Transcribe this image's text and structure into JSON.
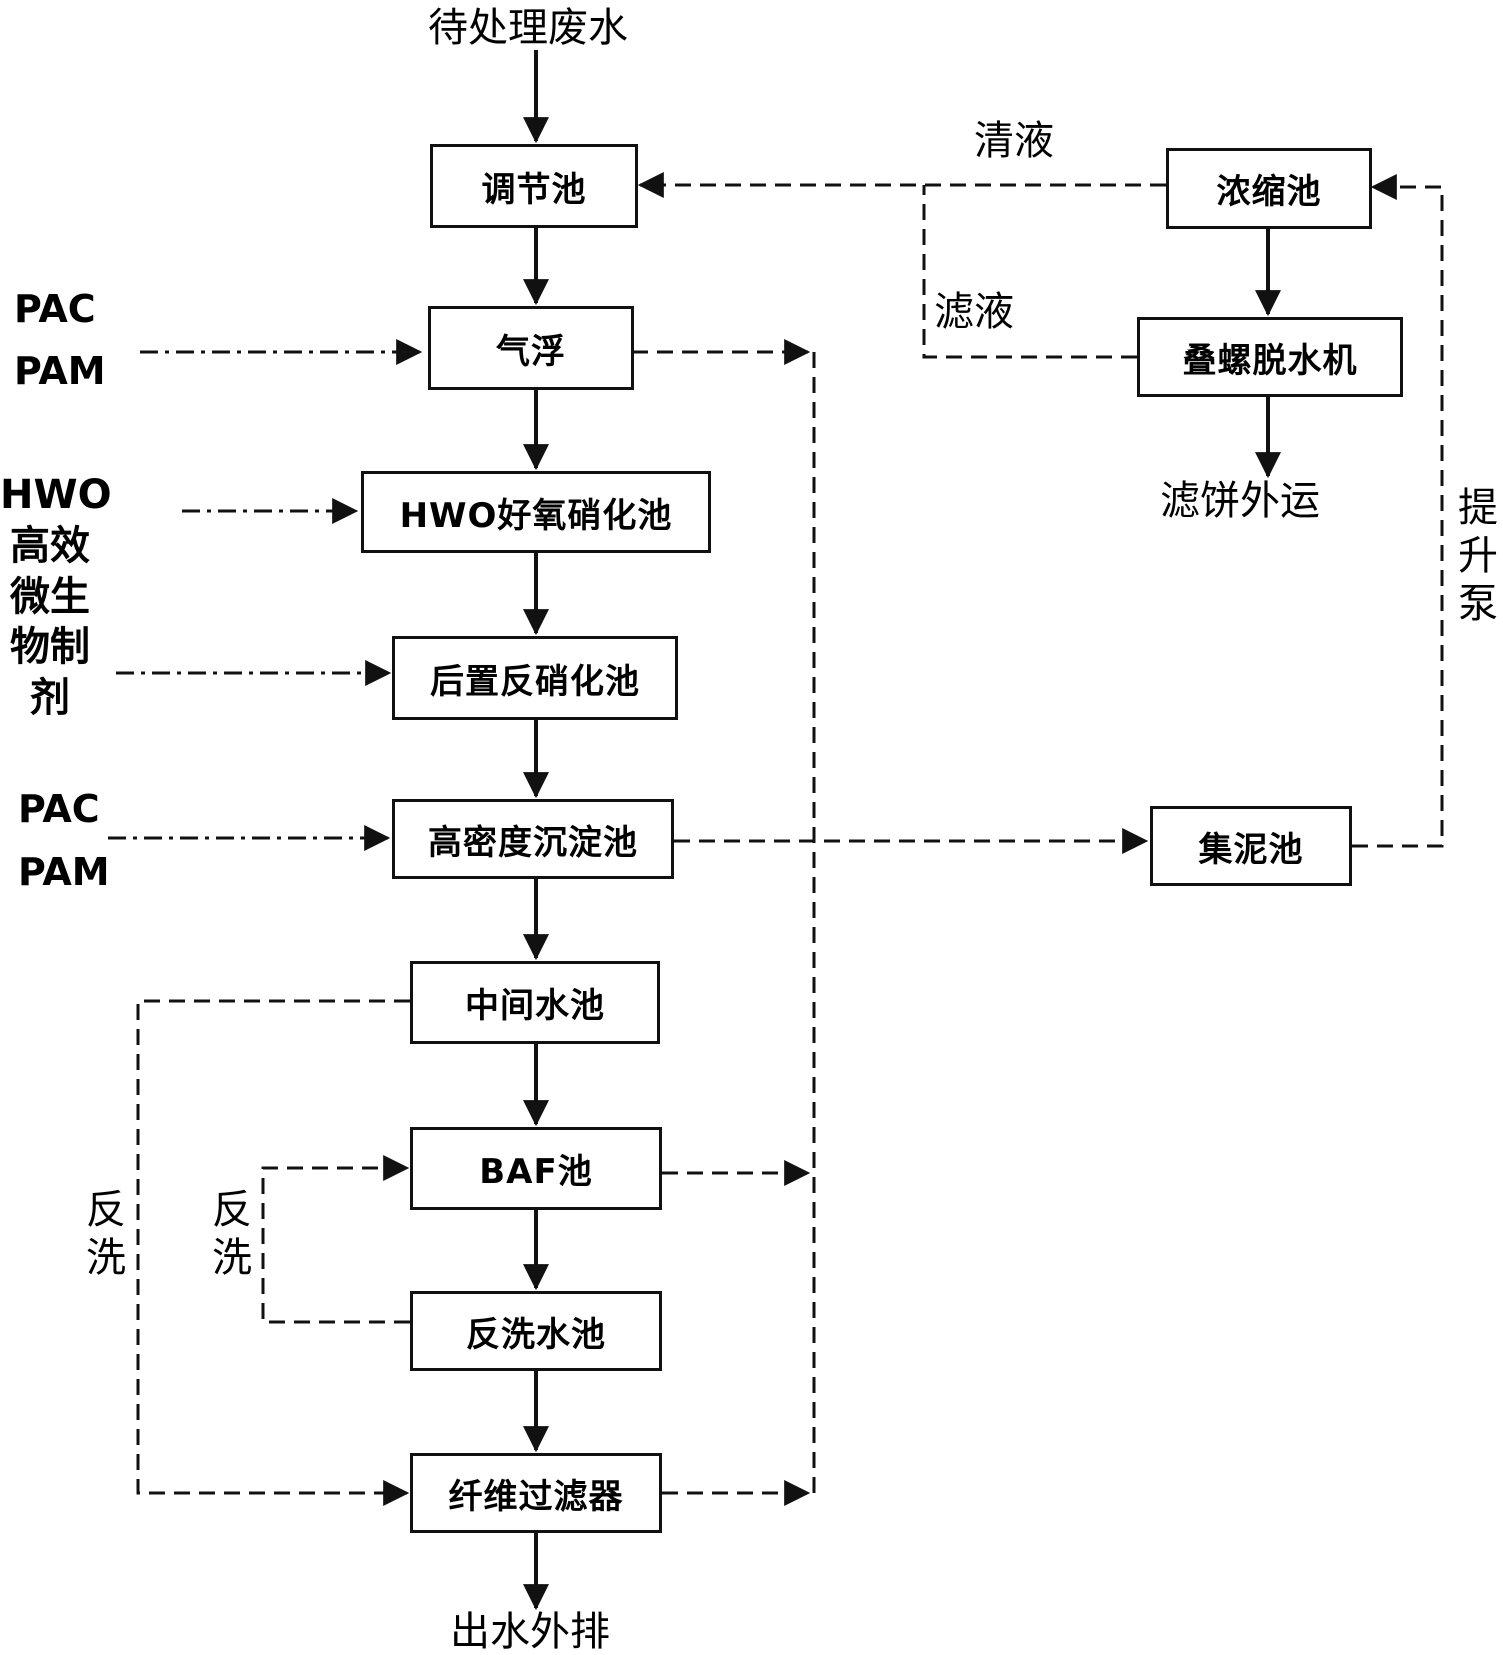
{
  "nodes": {
    "input": "待处理废水",
    "regulating_tank": "调节池",
    "air_flotation": "气浮",
    "hwo_nitrification": "HWO好氧硝化池",
    "post_denitrification": "后置反硝化池",
    "high_density_sedimentation": "高密度沉淀池",
    "intermediate_tank": "中间水池",
    "baf_tank": "BAF池",
    "backwash_tank": "反洗水池",
    "fiber_filter": "纤维过滤器",
    "output": "出水外排",
    "thickening_tank": "浓缩池",
    "screw_dewatering": "叠螺脱水机",
    "cake_disposal": "滤饼外运",
    "sludge_tank": "集泥池"
  },
  "labels": {
    "supernatant": "清液",
    "filtrate": "滤液",
    "lift_pump": "提升泵",
    "pac_1": "PAC",
    "pam_1": "PAM",
    "hwo_agent": "HWO 高效微生物制剂",
    "pac_2": "PAC",
    "pam_2": "PAM",
    "backwash_outer": "反洗",
    "backwash_inner": "反洗"
  }
}
